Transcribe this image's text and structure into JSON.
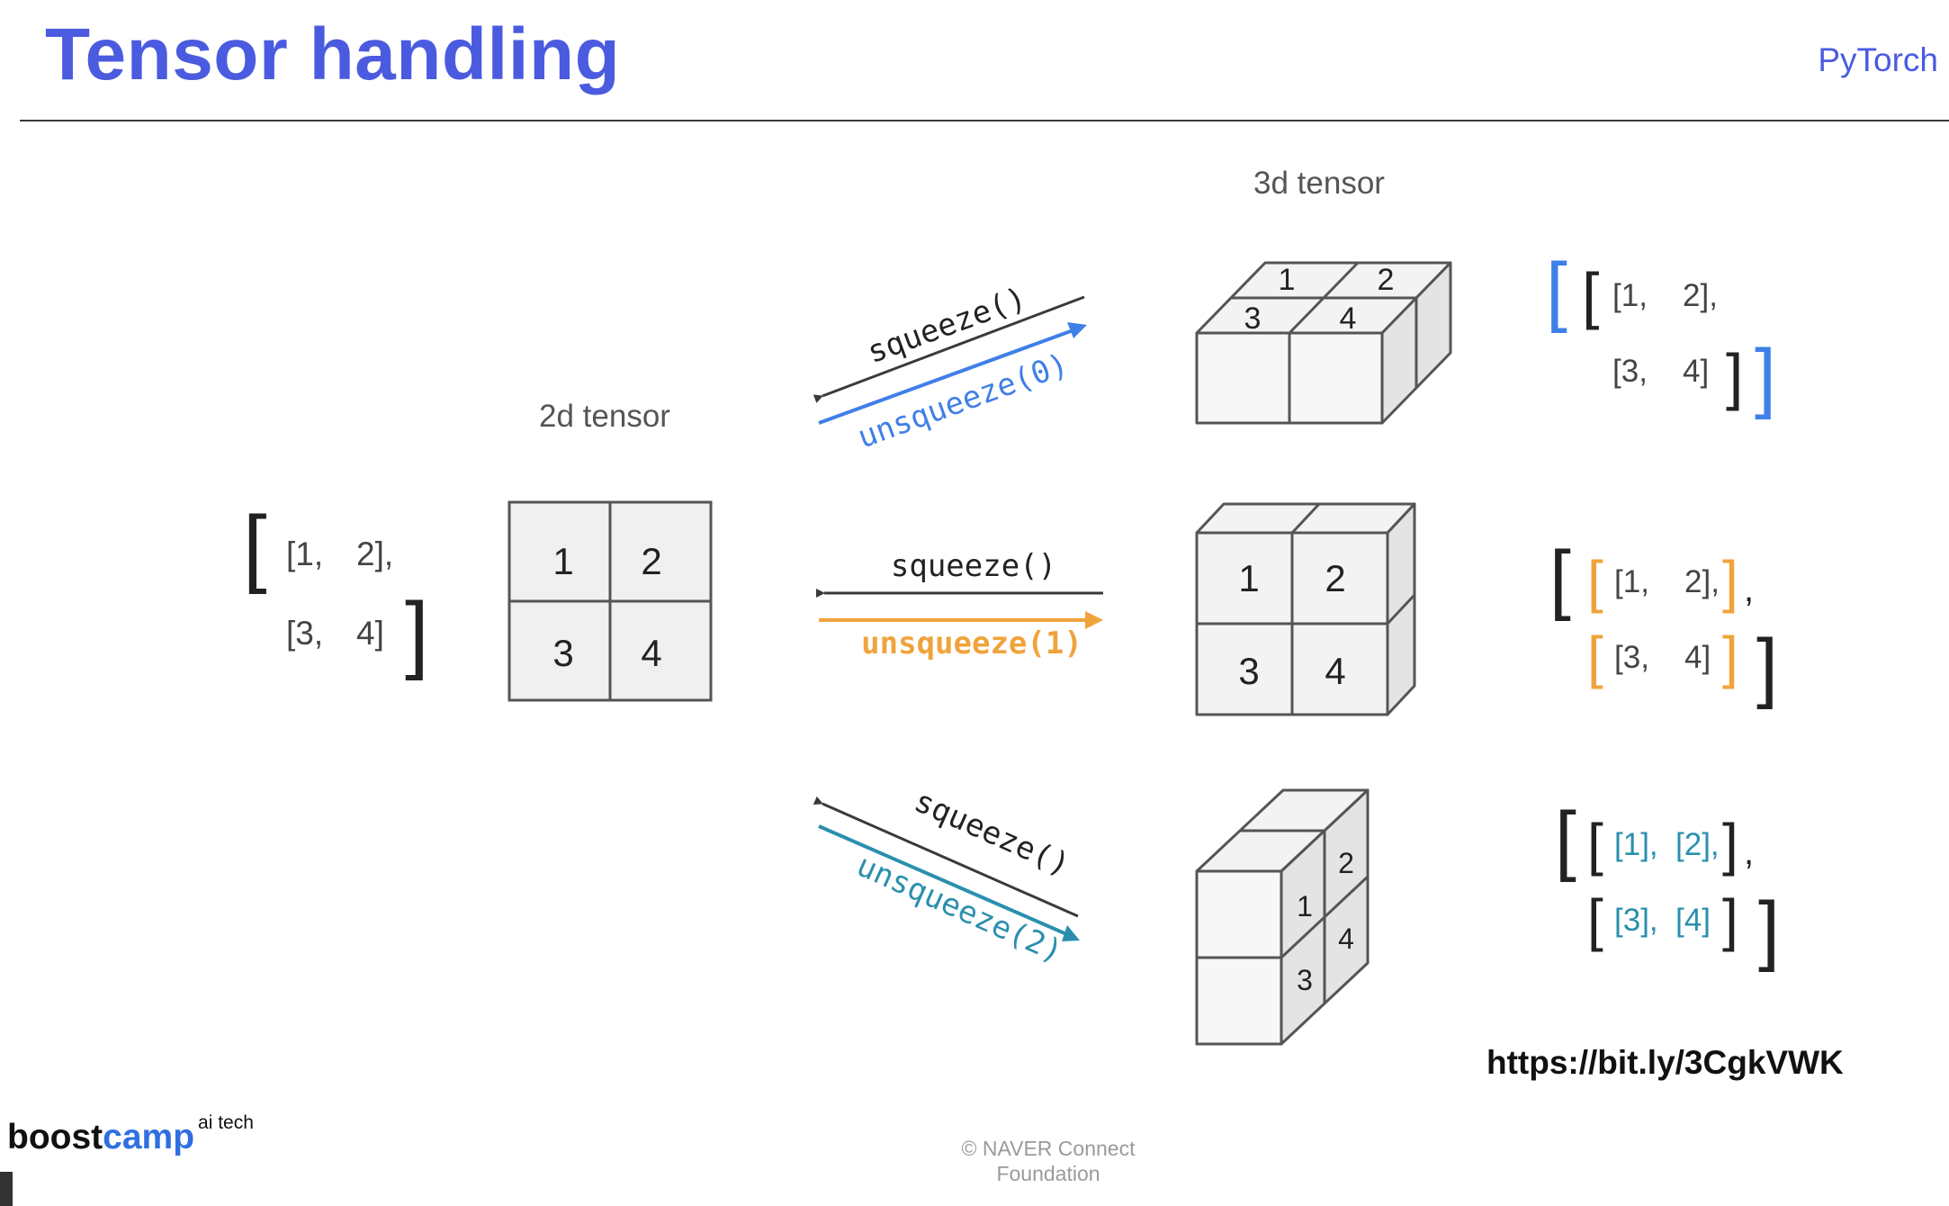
{
  "header": {
    "title": "Tensor handling",
    "brand": "PyTorch"
  },
  "diagram": {
    "label_2d": "2d tensor",
    "label_3d": "3d tensor",
    "matrix_2d": {
      "row1": [
        "[1,",
        "2],"
      ],
      "row2": [
        "[3,",
        "4]"
      ]
    },
    "grid_values": [
      "1",
      "2",
      "3",
      "4"
    ],
    "ops": [
      {
        "squeeze": "squeeze()",
        "unsqueeze": "unsqueeze(0)",
        "color": "#3f7fe8"
      },
      {
        "squeeze": "squeeze()",
        "unsqueeze": "unsqueeze(1)",
        "color": "#f0a33c"
      },
      {
        "squeeze": "squeeze()",
        "unsqueeze": "unsqueeze(2)",
        "color": "#2a8fae"
      }
    ],
    "result_0": {
      "row1": [
        "[1,",
        "2],"
      ],
      "row2": [
        "[3,",
        "4]"
      ]
    },
    "result_1": {
      "row1": [
        "[1,",
        "2],"
      ],
      "row2": [
        "[3,",
        "4]"
      ]
    },
    "result_2": {
      "row1": [
        "[1],",
        "[2],"
      ],
      "row2": [
        "[3],",
        "[4]"
      ]
    },
    "bracket_open": "[",
    "bracket_close": "]",
    "comma": ","
  },
  "footer": {
    "url": "https://bit.ly/3CgkVWK",
    "logo_main": "boost",
    "logo_accent": "camp",
    "logo_sup": "ai tech",
    "copyright_line1": "© NAVER Connect",
    "copyright_line2": "Foundation"
  },
  "colors": {
    "title": "#4a5be0",
    "blue": "#3f7fe8",
    "orange": "#f0a33c",
    "teal": "#2a8fae",
    "cell_fill": "#f0f0f0"
  }
}
